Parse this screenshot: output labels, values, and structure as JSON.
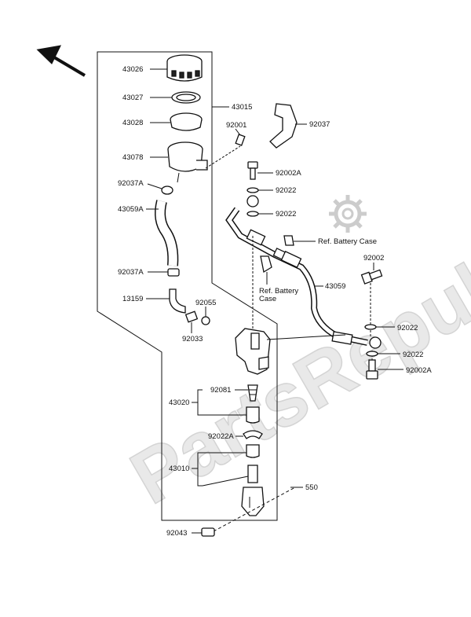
{
  "watermark": {
    "text": "PartsRepublik"
  },
  "labels": {
    "p43026": "43026",
    "p43027": "43027",
    "p43028": "43028",
    "p43015": "43015",
    "p92001": "92001",
    "p92037": "92037",
    "p43078": "43078",
    "p92037A_top": "92037A",
    "p92002A_top": "92002A",
    "p92022_a": "92022",
    "p43059A": "43059A",
    "p92022_b": "92022",
    "ref_battery_case_right": "Ref. Battery Case",
    "p92002": "92002",
    "ref_battery_case_left_1": "Ref. Battery",
    "ref_battery_case_left_2": "Case",
    "p92037A_bottom": "92037A",
    "p43059": "43059",
    "p13159": "13159",
    "p92055": "92055",
    "p92033": "92033",
    "p92022_c": "92022",
    "p92022_d": "92022",
    "p92002A_bottom": "92002A",
    "p43020": "43020",
    "p92081": "92081",
    "p92022A": "92022A",
    "p43010": "43010",
    "p550": "550",
    "p92043": "92043"
  },
  "icons": {
    "direction_arrow": "arrow-up-left-icon",
    "gear_watermark": "gear-icon"
  }
}
